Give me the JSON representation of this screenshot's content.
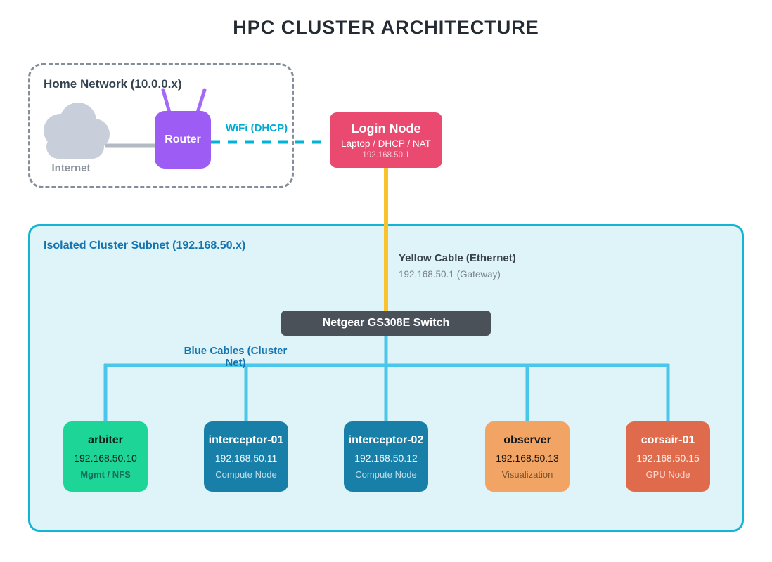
{
  "title": "HPC CLUSTER ARCHITECTURE",
  "home_network": {
    "label": "Home Network (10.0.0.x)",
    "internet_label": "Internet",
    "router_label": "Router",
    "wifi_label": "WiFi (DHCP)"
  },
  "login_node": {
    "title": "Login Node",
    "subtitle": "Laptop / DHCP / NAT",
    "ip": "192.168.50.1"
  },
  "cluster": {
    "label": "Isolated Cluster Subnet (192.168.50.x)",
    "yellow_cable_label": "Yellow Cable (Ethernet)",
    "yellow_cable_sub": "192.168.50.1 (Gateway)",
    "switch_label": "Netgear GS308E Switch",
    "blue_cables_label": "Blue Cables (Cluster Net)"
  },
  "nodes": [
    {
      "name": "arbiter",
      "ip": "192.168.50.10",
      "role": "Mgmt / NFS",
      "color": "#1dd596",
      "name_color": "#0c1f1a",
      "ip_color": "#14221d",
      "role_color": "#11705b",
      "role_weight": "700"
    },
    {
      "name": "interceptor-01",
      "ip": "192.168.50.11",
      "role": "Compute Node",
      "color": "#1880a8",
      "name_color": "#ffffff",
      "ip_color": "#ecf6fa",
      "role_color": "rgba(255,255,255,0.72)",
      "role_weight": "400"
    },
    {
      "name": "interceptor-02",
      "ip": "192.168.50.12",
      "role": "Compute Node",
      "color": "#1880a8",
      "name_color": "#ffffff",
      "ip_color": "#ecf6fa",
      "role_color": "rgba(255,255,255,0.72)",
      "role_weight": "400"
    },
    {
      "name": "observer",
      "ip": "192.168.50.13",
      "role": "Visualization",
      "color": "#f1a463",
      "name_color": "#10181f",
      "ip_color": "#1b140d",
      "role_color": "rgba(70,45,20,0.68)",
      "role_weight": "400"
    },
    {
      "name": "corsair-01",
      "ip": "192.168.50.15",
      "role": "GPU Node",
      "color": "#e06b4c",
      "name_color": "#ffffff",
      "ip_color": "#fdeee8",
      "role_color": "rgba(255,255,255,0.78)",
      "role_weight": "400"
    }
  ],
  "colors": {
    "router": "#9d5cf3",
    "antenna": "#a46af5",
    "login": "#ea4a6f",
    "wifi": "#00abd1",
    "wifi_dash": "#00b4d8",
    "yellow_cable": "#f9c32d",
    "blue_cable": "#4ac6ea",
    "cluster_bg": "#def4f8",
    "cluster_border": "#14b4d4",
    "switch": "#4b5158",
    "cloud": "#c9cfda",
    "internet_line": "#b4bac4"
  }
}
